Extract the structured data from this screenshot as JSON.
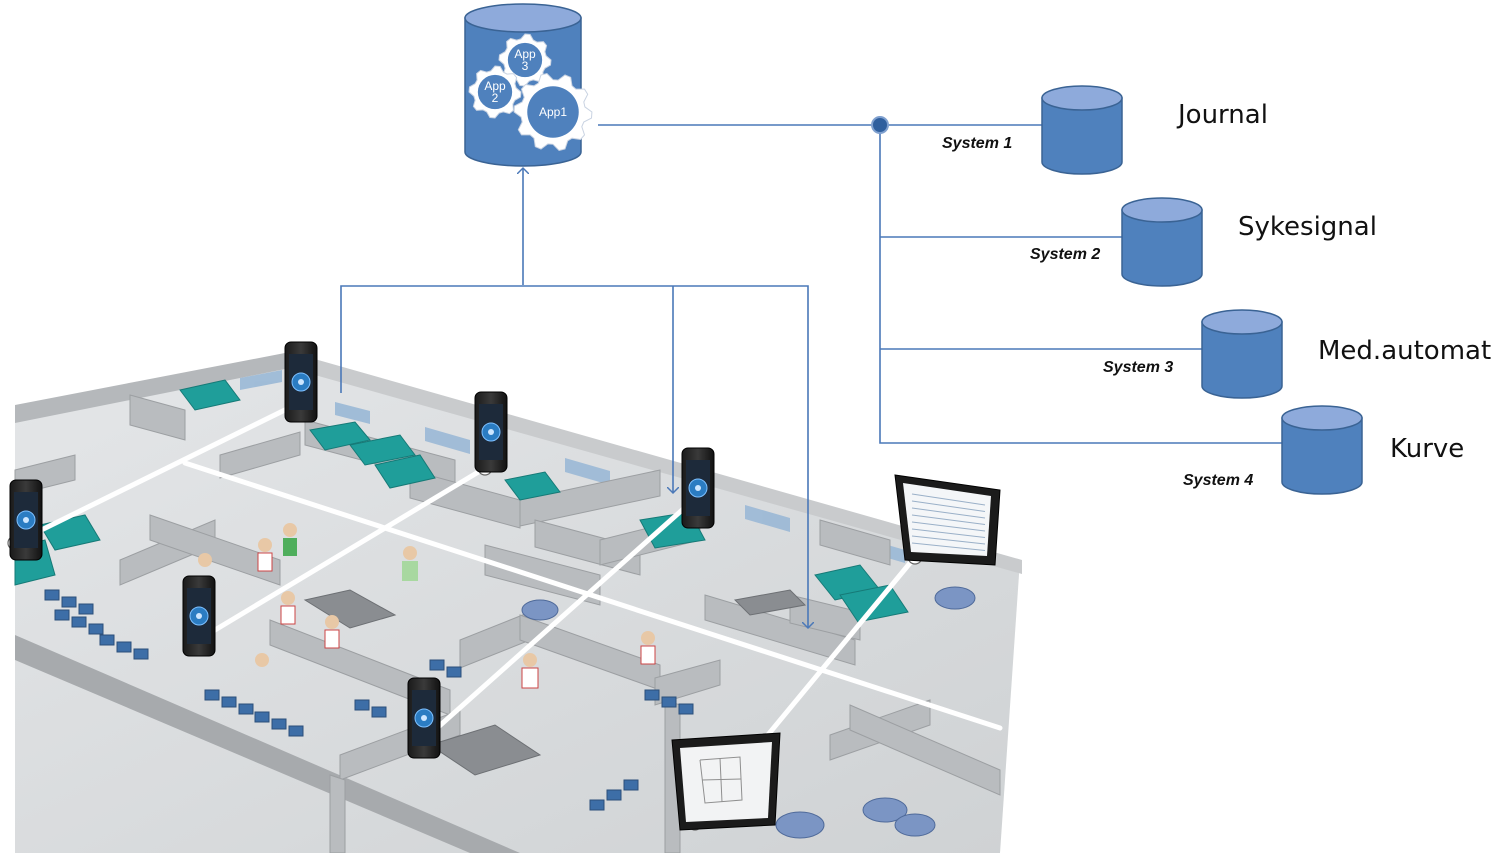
{
  "server": {
    "apps": [
      "App\n3",
      "App\n2",
      "App1"
    ]
  },
  "systems": [
    {
      "id": "system-1",
      "label": "System 1",
      "name": "Journal"
    },
    {
      "id": "system-2",
      "label": "System 2",
      "name": "Sykesignal"
    },
    {
      "id": "system-3",
      "label": "System 3",
      "name": "Med.automat"
    },
    {
      "id": "system-4",
      "label": "System 4",
      "name": "Kurve"
    }
  ],
  "colors": {
    "line": "#4a78b8",
    "db_fill": "#4f81bd",
    "db_top": "#8eaadb",
    "db_stroke": "#3a6394",
    "floor": "#d8dadc",
    "wall": "#a9acaf",
    "wall_light": "#c7c9cb",
    "bed": "#1f9e9a",
    "chair": "#3d6ea7",
    "wire": "#ffffff"
  }
}
